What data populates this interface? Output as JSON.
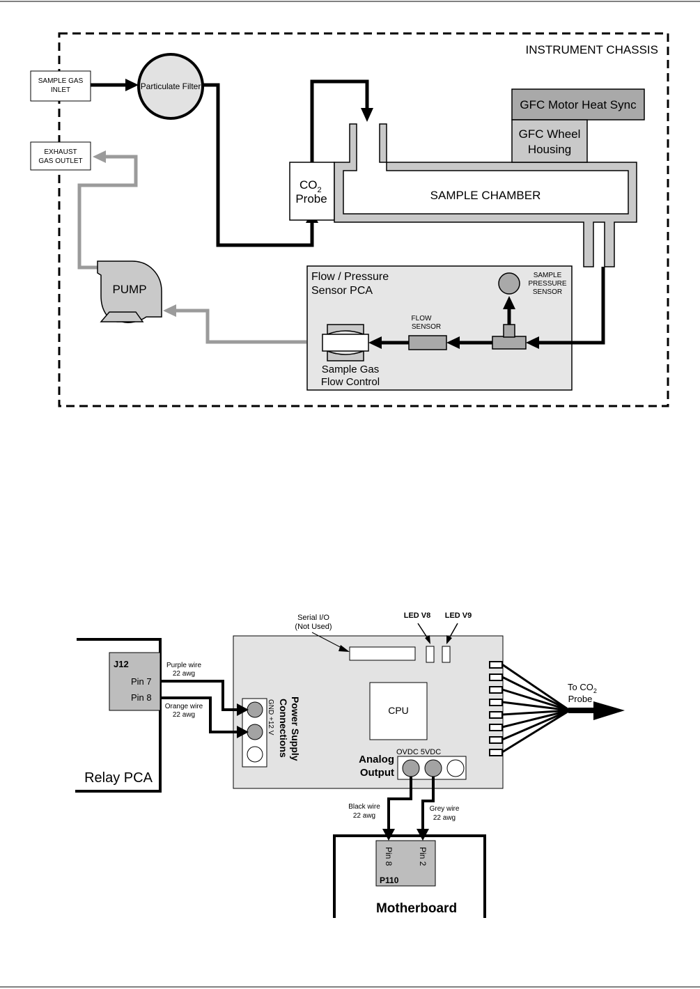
{
  "page": {
    "top_rule": "",
    "bottom_rule": ""
  },
  "pneumatic": {
    "chassis_label": "INSTRUMENT CHASSIS",
    "sample_gas_inlet": [
      "SAMPLE GAS",
      "INLET"
    ],
    "exhaust_gas_outlet": [
      "EXHAUST",
      "GAS OUTLET"
    ],
    "particulate_filter": "Particulate Filter",
    "co2_probe": {
      "co": "CO",
      "sub": "2",
      "probe": "Probe"
    },
    "sample_chamber": "SAMPLE CHAMBER",
    "gfc_motor_heat_sync": "GFC Motor Heat Sync",
    "gfc_wheel_housing": [
      "GFC Wheel",
      "Housing"
    ],
    "pump": "PUMP",
    "flow_pressure_pca": [
      "Flow / Pressure",
      "Sensor PCA"
    ],
    "sample_pressure_sensor": [
      "SAMPLE",
      "PRESSURE",
      "SENSOR"
    ],
    "flow_sensor": [
      "FLOW",
      "SENSOR"
    ],
    "sample_gas_flow_control": [
      "Sample Gas",
      "Flow Control"
    ]
  },
  "wiring": {
    "serial_io": [
      "Serial I/O",
      "(Not Used)"
    ],
    "led_v8": "LED V8",
    "led_v9": "LED V9",
    "j12": "J12",
    "pin7": "Pin 7",
    "pin8": "Pin 8",
    "purple_wire": [
      "Purple wire",
      "22 awg"
    ],
    "orange_wire": [
      "Orange wire",
      "22 awg"
    ],
    "relay_pca": "Relay PCA",
    "power_supply": [
      "Power Supply",
      "Connections"
    ],
    "gnd_12v": "GND  +12 V",
    "cpu": "CPU",
    "analog_output": [
      "Analog",
      "Output"
    ],
    "ovdc_5vdc": "OVDC  5VDC",
    "to_co2_probe": {
      "to": "To CO",
      "sub": "2",
      "probe": "Probe"
    },
    "black_wire": [
      "Black wire",
      "22 awg"
    ],
    "grey_wire": [
      "Grey wire",
      "22 awg"
    ],
    "p110_pin8": "Pin 8",
    "p110_pin2": "Pin 2",
    "p110": "P110",
    "motherboard": "Motherboard"
  }
}
